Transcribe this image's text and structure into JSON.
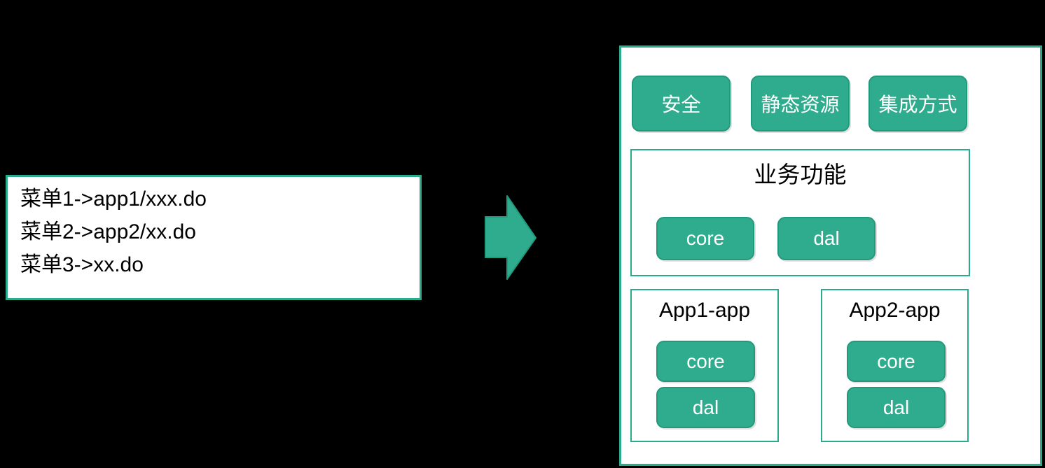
{
  "colors": {
    "background": "#000000",
    "accent_fill": "#2eac8d",
    "accent_border": "#23997c",
    "box_border": "#2aab8c",
    "text_dark": "#000000",
    "text_light": "#ffffff"
  },
  "menu_box": {
    "lines": [
      "菜单1->app1/xxx.do",
      "菜单2->app2/xx.do",
      "菜单3->xx.do"
    ]
  },
  "panel": {
    "top_buttons": [
      {
        "label": "安全"
      },
      {
        "label": "静态资源"
      },
      {
        "label": "集成方式"
      }
    ],
    "business_box": {
      "title": "业务功能",
      "modules": [
        {
          "label": "core"
        },
        {
          "label": "dal"
        }
      ]
    },
    "app_boxes": [
      {
        "title": "App1-app",
        "modules": [
          {
            "label": "core"
          },
          {
            "label": "dal"
          }
        ]
      },
      {
        "title": "App2-app",
        "modules": [
          {
            "label": "core"
          },
          {
            "label": "dal"
          }
        ]
      }
    ]
  }
}
